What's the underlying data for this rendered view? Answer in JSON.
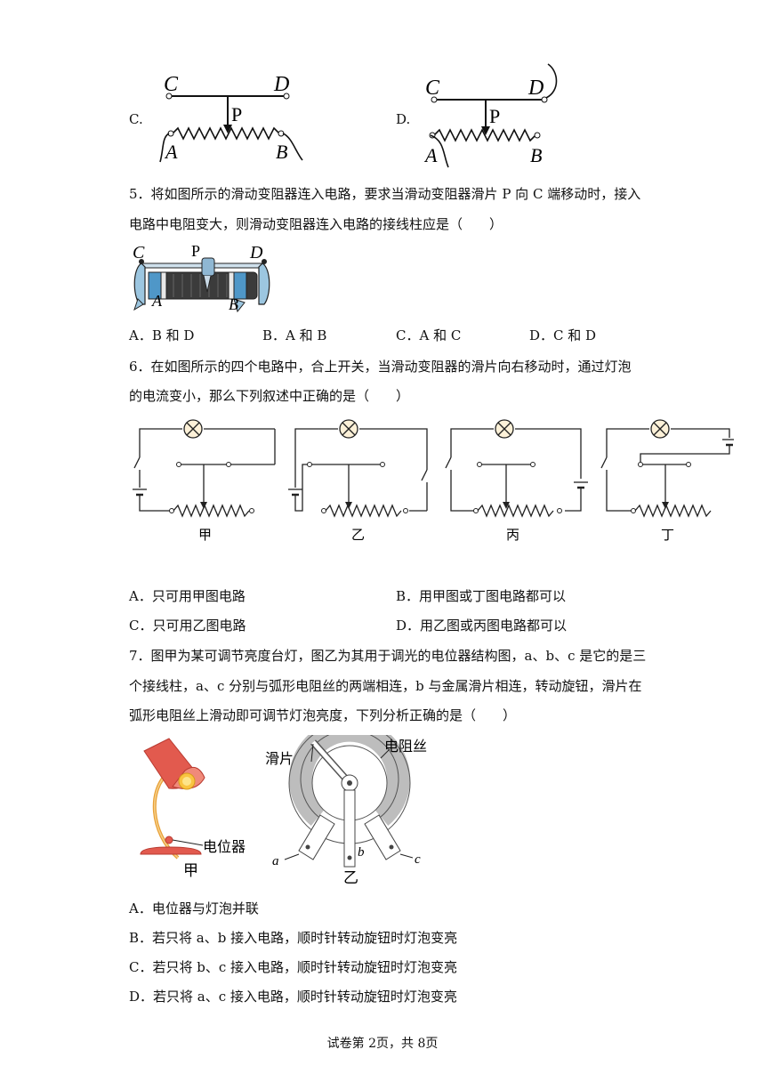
{
  "q4": {
    "optC": "C.",
    "optD": "D.",
    "figC": {
      "C": "C",
      "D": "D",
      "P": "P",
      "A": "A",
      "B": "B"
    },
    "figD": {
      "C": "C",
      "D": "D",
      "P": "P",
      "A": "A",
      "B": "B"
    }
  },
  "q5": {
    "line1": "5．将如图所示的滑动变阻器连入电路，要求当滑动变阻器滑片 P 向 C 端移动时，接入",
    "line2": "电路中电阻变大，则滑动变阻器连入电路的接线柱应是（　　）",
    "fig": {
      "C": "C",
      "P": "P",
      "D": "D",
      "A": "A",
      "B": "B"
    },
    "options": [
      "A．B 和 D",
      "B．A 和 B",
      "C．A 和 C",
      "D．C 和 D"
    ]
  },
  "q6": {
    "line1": "6．在如图所示的四个电路中，合上开关，当滑动变阻器的滑片向右移动时，通过灯泡",
    "line2": "的电流变小，那么下列叙述中正确的是（　　）",
    "captions": [
      "甲",
      "乙",
      "丙",
      "丁"
    ],
    "options": [
      "A．只可用甲图电路",
      "B．用甲图或丁图电路都可以",
      "C．只可用乙图电路",
      "D．用乙图或丙图电路都可以"
    ]
  },
  "q7": {
    "line1": "7．图甲为某可调节亮度台灯，图乙为其用于调光的电位器结构图，a、b、c 是它的是三",
    "line2": "个接线柱，a、c 分别与弧形电阻丝的两端相连，b 与金属滑片相连，转动旋钮，滑片在",
    "line3": "弧形电阻丝上滑动即可调节灯泡亮度，下列分析正确的是（　　）",
    "lamp_label": "电位器",
    "lamp_caption": "甲",
    "pot_labels": {
      "slider": "滑片",
      "wire": "电阻丝",
      "a": "a",
      "b": "b",
      "c": "c"
    },
    "pot_caption": "乙",
    "options": [
      "A．电位器与灯泡并联",
      "B．若只将 a、b 接入电路，顺时针转动旋钮时灯泡变亮",
      "C．若只将 b、c 接入电路，顺时针转动旋钮时灯泡变亮",
      "D．若只将 a、c 接入电路，顺时针转动旋钮时灯泡变亮"
    ]
  },
  "footer": "试卷第 2页，共 8页"
}
